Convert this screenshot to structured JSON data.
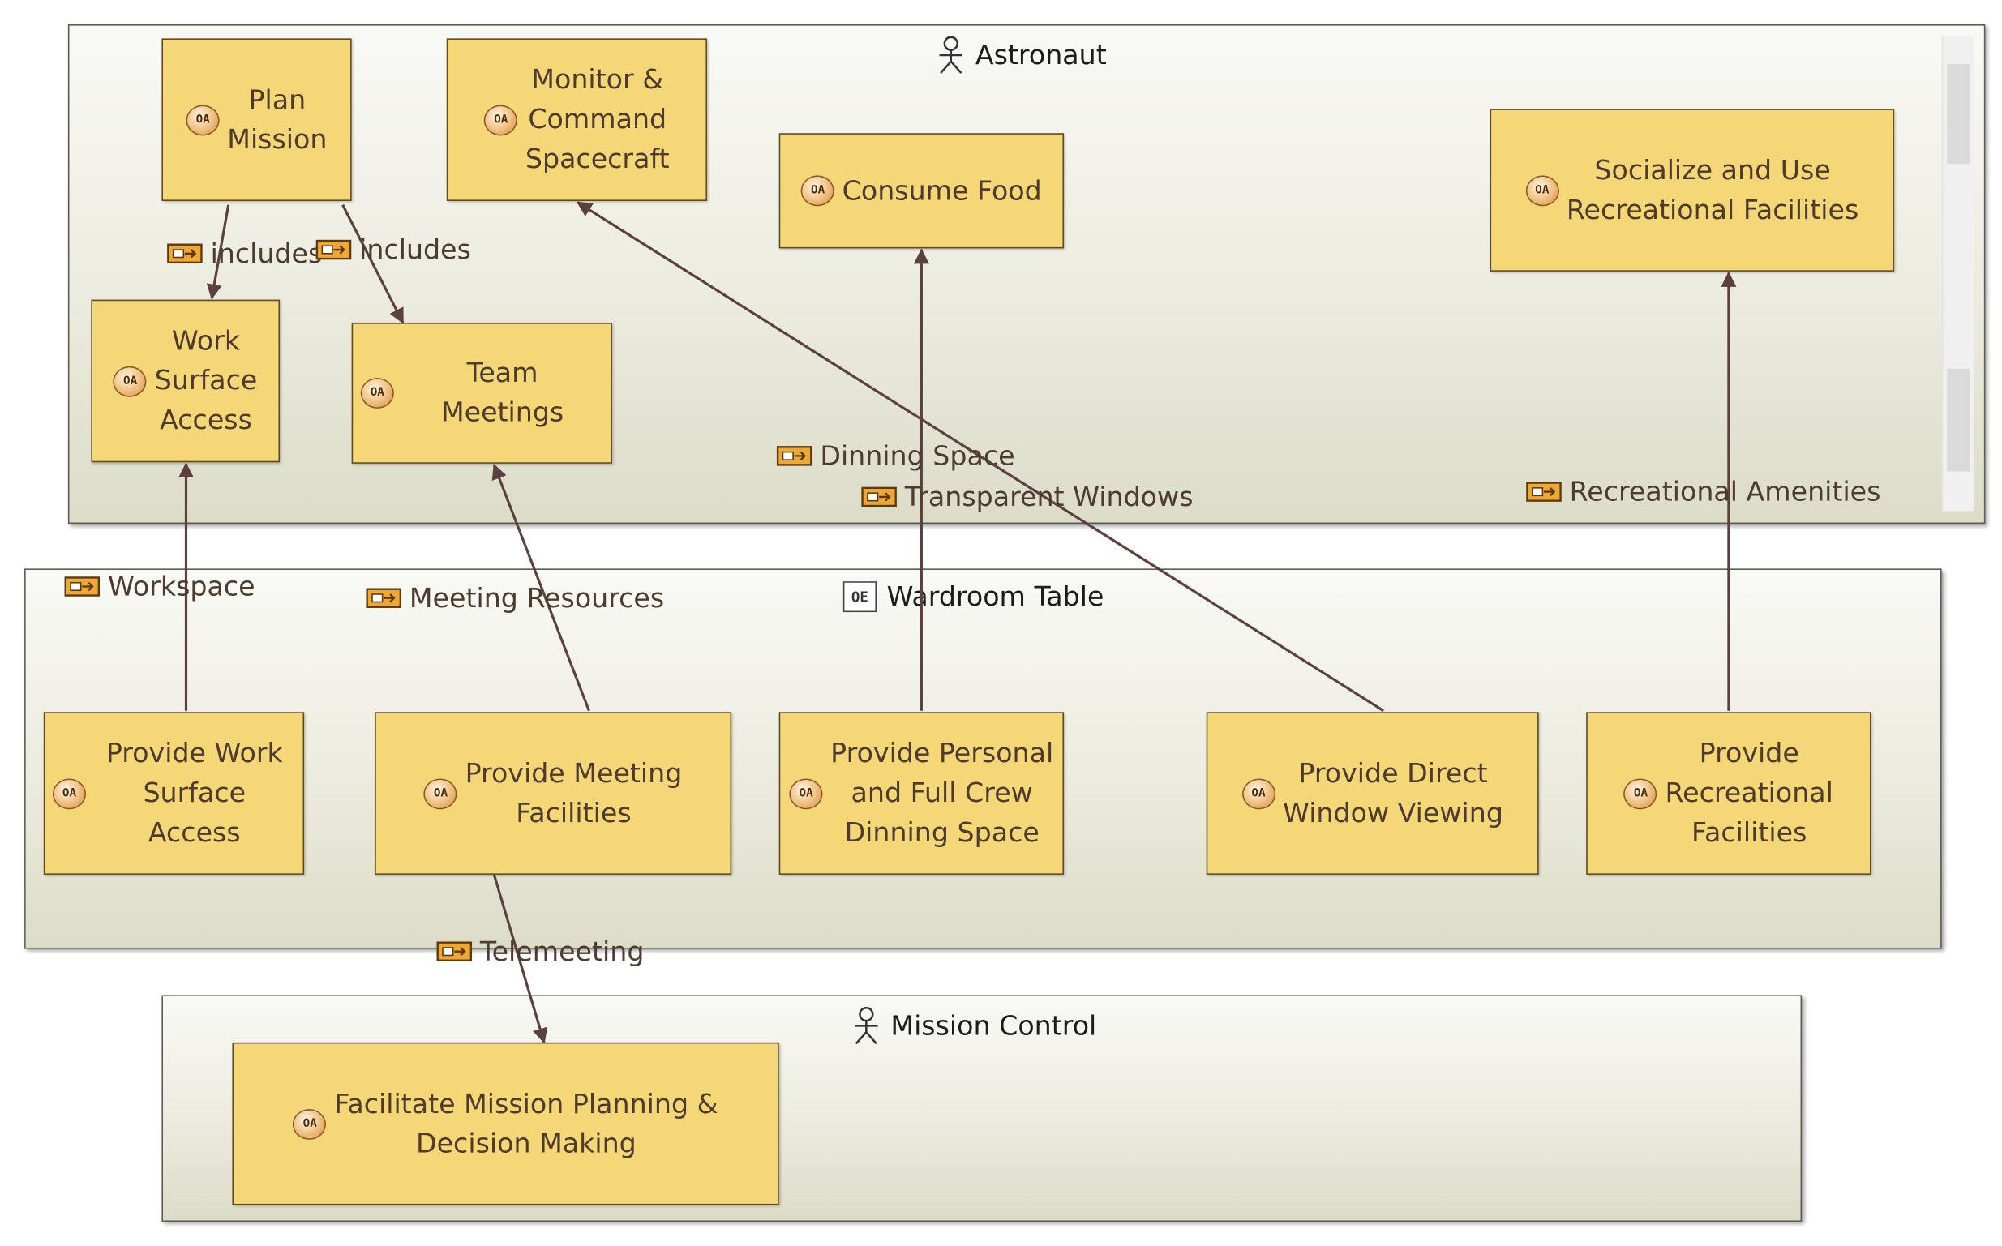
{
  "lanes": {
    "astronaut": {
      "title": "Astronaut",
      "kind": "actor"
    },
    "wardroom": {
      "title": "Wardroom Table",
      "kind": "physical-component"
    },
    "mission_control": {
      "title": "Mission Control",
      "kind": "actor"
    }
  },
  "functions": {
    "plan_mission": "Plan\nMission",
    "monitor_command": "Monitor &\nCommand\nSpacecraft",
    "consume_food": "Consume Food",
    "socialize": "Socialize and Use\nRecreational Facilities",
    "work_surface": "Work\nSurface\nAccess",
    "team_meetings": "Team Meetings",
    "provide_work_surface": "Provide Work\nSurface Access",
    "provide_meeting": "Provide Meeting\nFacilities",
    "provide_dinning": "Provide Personal\nand Full Crew\nDinning Space",
    "provide_window": "Provide Direct\nWindow Viewing",
    "provide_recreational": "Provide\nRecreational\nFacilities",
    "facilitate_planning": "Facilitate Mission Planning &\nDecision Making"
  },
  "function_badge": "OA",
  "exchanges": {
    "includes_1": "includes",
    "includes_2": "includes",
    "dinning_space": "Dinning Space",
    "transparent_windows": "Transparent Windows",
    "recreational_amenities": "Recreational Amenities",
    "workspace": "Workspace",
    "meeting_resources": "Meeting Resources",
    "telemeeting": "Telemeeting"
  },
  "component_badge": "OE",
  "icons": {
    "actor": "actor-icon",
    "component": "component-icon",
    "function": "operational-activity-icon",
    "exchange": "exchange-icon"
  },
  "colors": {
    "function_fill": "#f5d778",
    "function_border": "#5e4a28",
    "link": "#5b4040",
    "lane_fill": "#ecebdf"
  }
}
